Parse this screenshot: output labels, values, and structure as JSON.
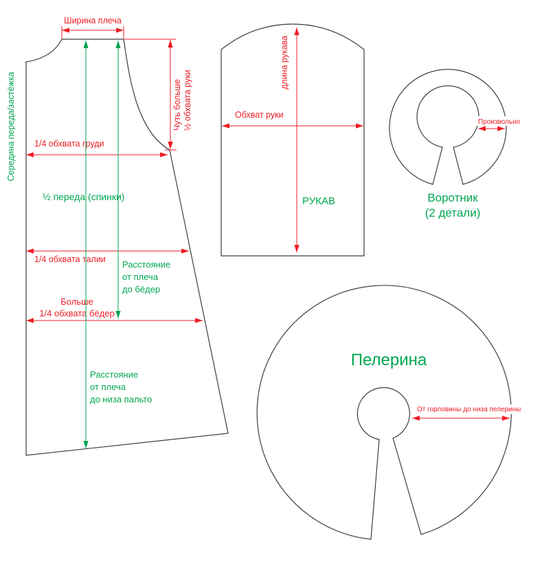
{
  "colors": {
    "outline": "#3d3d3d",
    "measure_red": "#ed1c24",
    "label_green": "#00a651"
  },
  "front": {
    "center_edge": "Середина переда/застёжка",
    "shoulder_width": "Ширина плеча",
    "armhole": [
      "Чуть больше",
      "½ обхвата руки"
    ],
    "chest": "1/4 обхвата груди",
    "half": "½ переда (спинки)",
    "waist": "1/4 обхвата талии",
    "hip": [
      "Больше",
      "1/4 обхвата бёдер"
    ],
    "to_hip": [
      "Расстояние",
      "от плеча",
      "до бёдер"
    ],
    "to_hem": [
      "Расстояние",
      "от плеча",
      "до низа пальто"
    ]
  },
  "sleeve": {
    "name": "РУКАВ",
    "length": "длина рукава",
    "girth": "Обхват руки"
  },
  "collar": {
    "name": [
      "Воротник",
      "(2 детали)"
    ],
    "note": "Произвольно"
  },
  "cape": {
    "name": "Пелерина",
    "radius": "От горловины до низа пелерины"
  }
}
